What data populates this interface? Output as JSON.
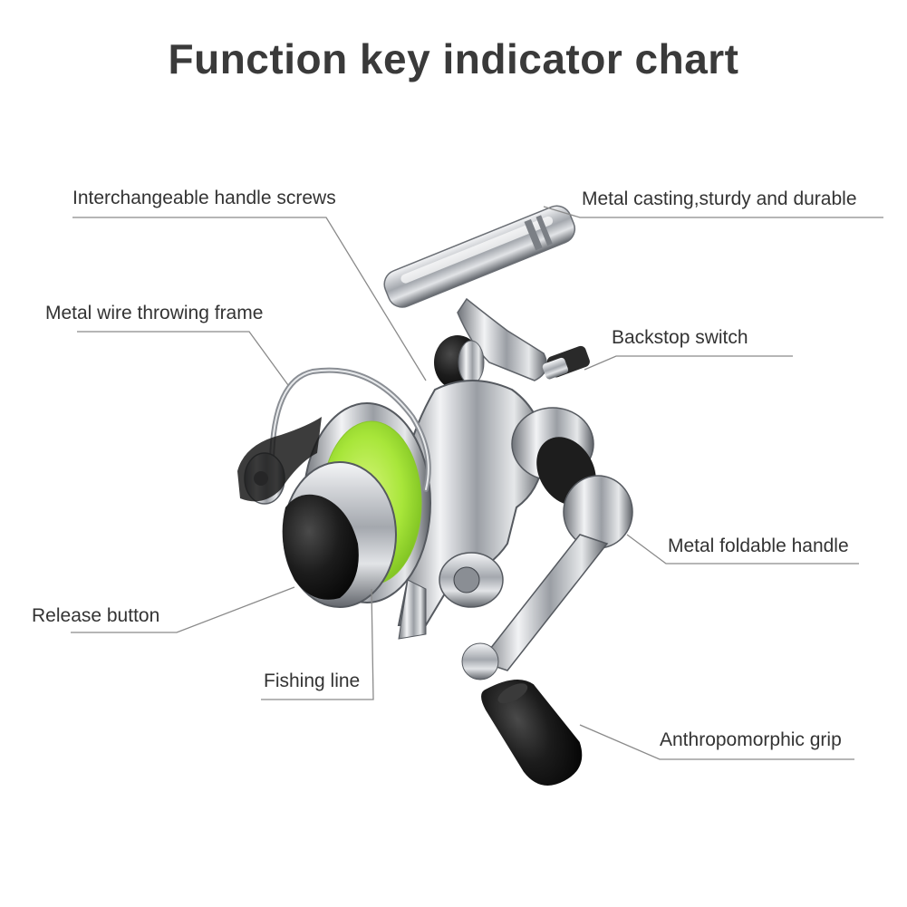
{
  "title": "Function key indicator chart",
  "callouts": {
    "handle_screws": "Interchangeable handle screws",
    "metal_casting": "Metal casting,sturdy and durable",
    "wire_frame": "Metal wire throwing frame",
    "backstop": "Backstop switch",
    "foldable_handle": "Metal foldable handle",
    "release_button": "Release button",
    "fishing_line": "Fishing line",
    "grip": "Anthropomorphic grip"
  },
  "colors": {
    "text": "#333333",
    "leader_line": "#8a8a8a",
    "fishing_line": "#a8e63a",
    "chrome": "#c9ccd0",
    "rubber": "#1a1a1a"
  }
}
